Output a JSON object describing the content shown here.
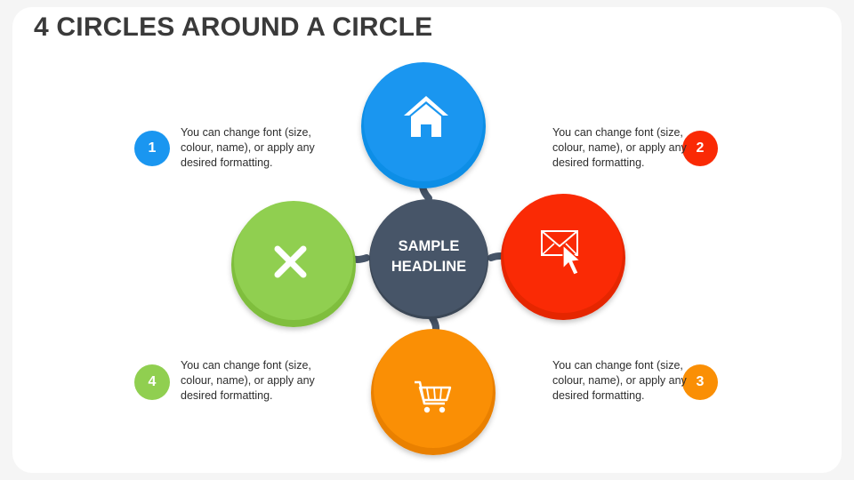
{
  "title": "4 CIRCLES AROUND A CIRCLE",
  "center": {
    "line1": "SAMPLE",
    "line2": "HEADLINE",
    "color": "#475568"
  },
  "items": [
    {
      "number": "1",
      "text": "You can change font (size, colour, name), or apply any desired formatting.",
      "color": "#1a96f0",
      "icon": "house-icon"
    },
    {
      "number": "2",
      "text": "You can change font (size, colour, name), or apply any desired formatting.",
      "color": "#fa2a05",
      "icon": "envelope-cursor-icon"
    },
    {
      "number": "3",
      "text": "You can change font (size, colour, name), or apply any desired formatting.",
      "color": "#fa8f05",
      "icon": "shopping-cart-icon"
    },
    {
      "number": "4",
      "text": "You can change font (size, colour, name), or apply any desired formatting.",
      "color": "#90cf50",
      "icon": "close-x-icon"
    }
  ]
}
